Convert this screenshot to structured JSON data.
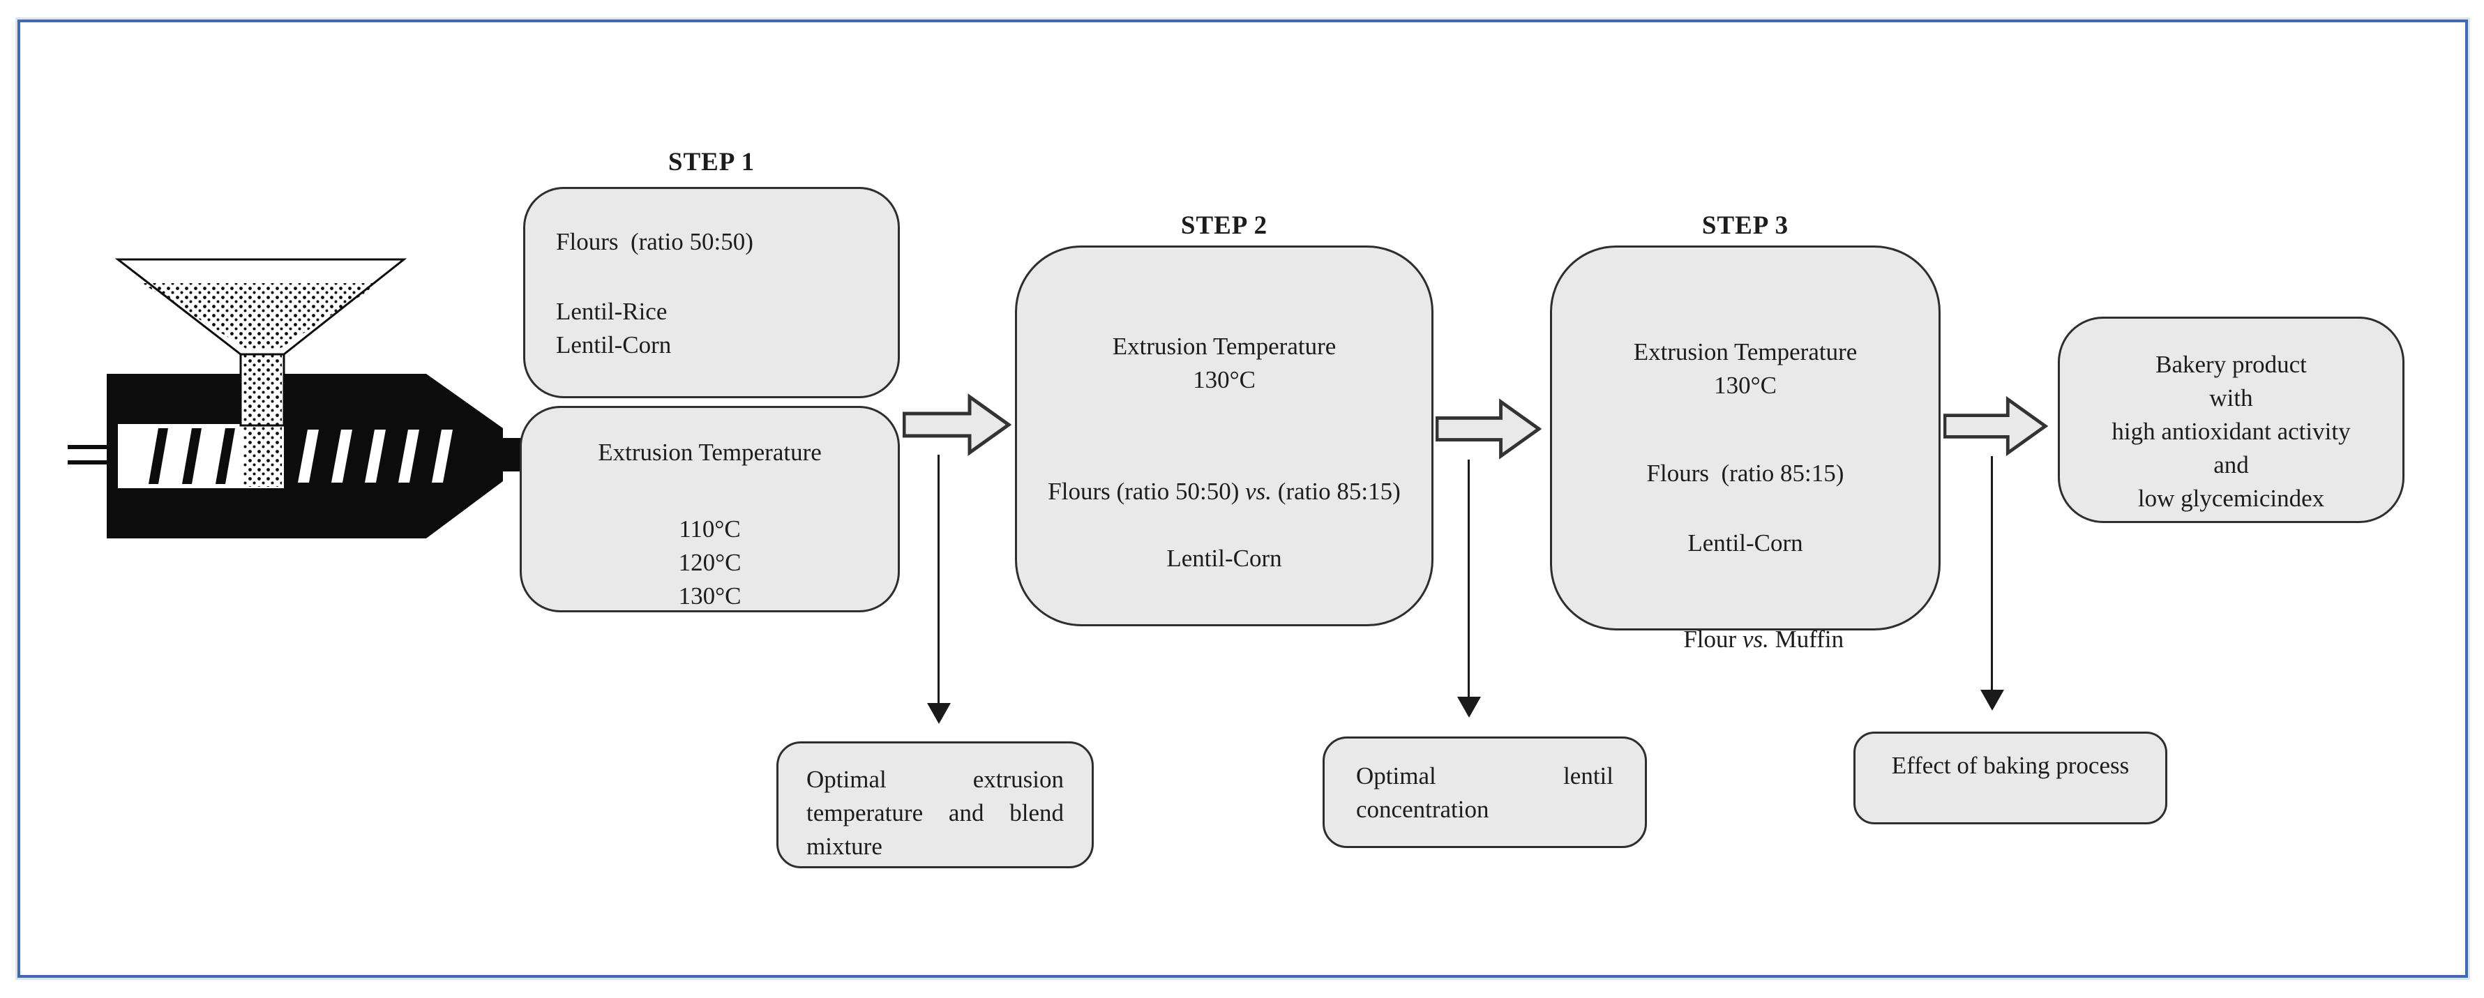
{
  "colors": {
    "frame_border": "#4169b2",
    "box_fill": "#e9e9e9",
    "box_border": "#2e2e2e",
    "arrow_fill": "#e9e9e9",
    "arrow_outline": "#333333",
    "thin_arrow": "#1a1a1a",
    "text": "#1c1c1c",
    "background": "#ffffff"
  },
  "icons": {
    "extruder": "extruder-icon"
  },
  "step1": {
    "label": "STEP 1",
    "flours_box": {
      "flours": "Flours  (ratio 50:50)",
      "blend1": "Lentil-Rice",
      "blend2": "Lentil-Corn"
    },
    "temperature_box": {
      "title": "Extrusion Temperature",
      "temps": [
        "110°C",
        "120°C",
        "130°C"
      ]
    }
  },
  "step2": {
    "label": "STEP 2",
    "title": "Extrusion Temperature",
    "temp": "130°C",
    "flours_prefix": "Flours  (ratio 50:50) ",
    "vs": "vs.",
    "flours_suffix": " (ratio 85:15)",
    "blend": "Lentil-Corn"
  },
  "step3": {
    "label": "STEP 3",
    "title": "Extrusion Temperature",
    "temp": "130°C",
    "flours": "Flours  (ratio 85:15)",
    "blend": "Lentil-Corn",
    "compare_prefix": "Flour ",
    "compare_vs": "vs.",
    "compare_suffix": " Muffin"
  },
  "outcome": {
    "lines": [
      "Bakery product",
      "with",
      "high antioxidant activity",
      "and",
      "low glycemicindex"
    ]
  },
  "notes": [
    {
      "text": "Optimal extrusion temperature and blend mixture"
    },
    {
      "text": "Optimal lentil concentration"
    },
    {
      "text": "Effect of baking process"
    }
  ]
}
